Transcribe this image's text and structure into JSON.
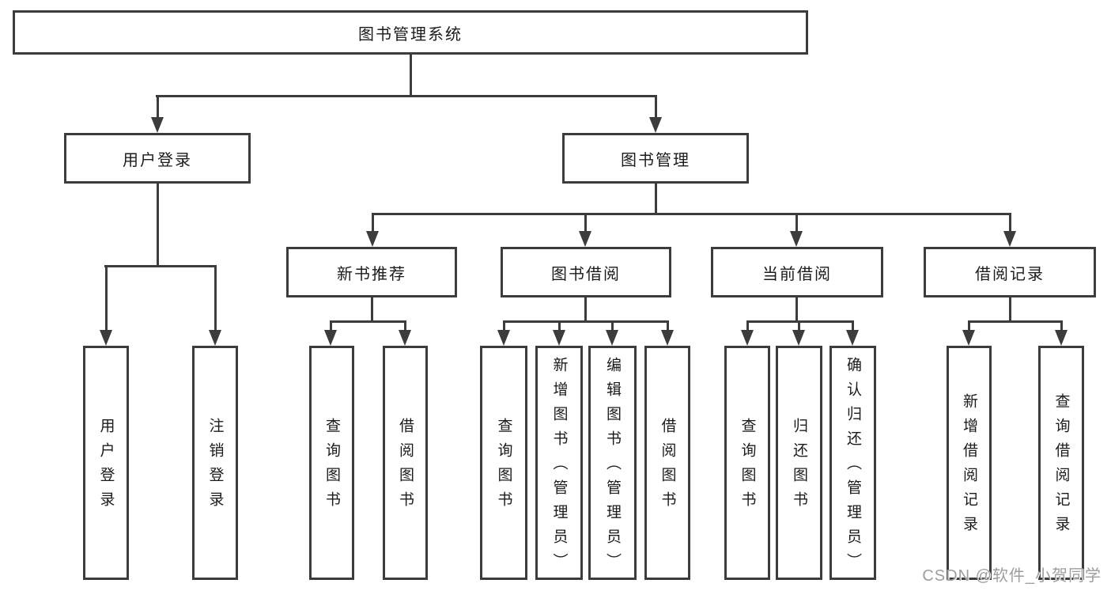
{
  "diagram_title": "图书管理系统",
  "colors": {
    "line": "#3c3c3c",
    "box_border": "#3c3c3c",
    "box_fill": "#ffffff",
    "text": "#1b1b1b",
    "watermark": "#9d9d9d",
    "background": "#ffffff"
  },
  "nodes": {
    "root": "图书管理系统",
    "level2": [
      "用户登录",
      "图书管理"
    ],
    "level3": [
      "新书推荐",
      "图书借阅",
      "当前借阅",
      "借阅记录"
    ],
    "leaves": {
      "user_login": [
        "用户登录",
        "注销登录"
      ],
      "new_book": [
        "查询图书",
        "借阅图书"
      ],
      "book_borrow": [
        "查询图书",
        "新增图书（管理员）",
        "编辑图书（管理员）",
        "借阅图书"
      ],
      "current_borrow": [
        "查询图书",
        "归还图书",
        "确认归还（管理员）"
      ],
      "borrow_records": [
        "新增借阅记录",
        "查询借阅记录"
      ]
    }
  },
  "watermark": {
    "text": "CSDN @软件_小贺同学"
  }
}
